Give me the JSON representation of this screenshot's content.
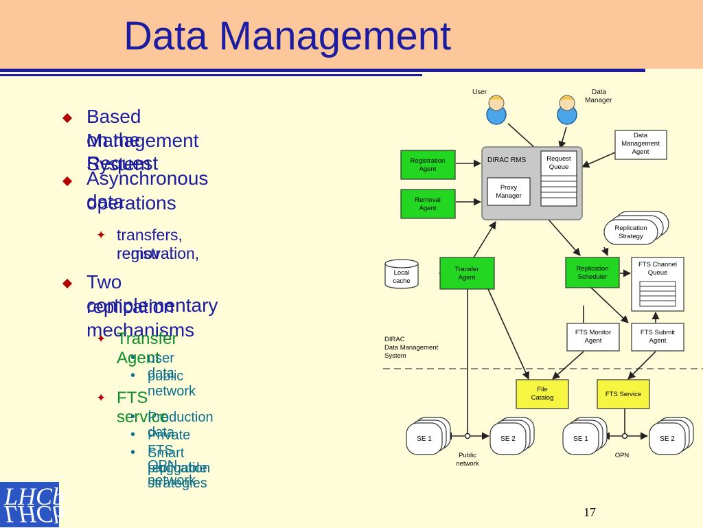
{
  "slide": {
    "title": "Data Management",
    "page_number": "17",
    "logo_text": "LHCb"
  },
  "bullets": {
    "b1": "Based on the Request",
    "b1b": "Management System",
    "b2": "Asynchronous data",
    "b2b": "operations",
    "b2_sub1": "transfers, registration,",
    "b2_sub1b": "removal",
    "b3": "Two complementary",
    "b3b": "replication mechanisms",
    "b3_sub1": "Transfer Agent",
    "b3_sub1_items": [
      "user data",
      "public network"
    ],
    "b3_sub2": "FTS service",
    "b3_sub2_items": [
      "Production data",
      "Private FTS OPN network",
      "Smart pluggable",
      "replication strategies"
    ]
  },
  "diagram": {
    "user": "User",
    "data_manager": [
      "Data",
      "Manager"
    ],
    "dm_agent": [
      "Data",
      "Management",
      "Agent"
    ],
    "registration_agent": [
      "Registration",
      "Agent"
    ],
    "removal_agent": [
      "Removal",
      "Agent"
    ],
    "dirac_rms": "DIRAC RMS",
    "request_queue": [
      "Request",
      "Queue"
    ],
    "proxy_manager": [
      "Proxy",
      "Manager"
    ],
    "replication_strategy": [
      "Replication",
      "Strategy"
    ],
    "local_cache": [
      "Local",
      "cache"
    ],
    "transfer_agent": [
      "Transfer",
      "Agent"
    ],
    "replication_scheduler": [
      "Replication",
      "Scheduler"
    ],
    "fts_channel_queue": [
      "FTS Channel",
      "Queue"
    ],
    "fts_monitor_agent": [
      "FTS Monitor",
      "Agent"
    ],
    "fts_submit_agent": [
      "FTS Submit",
      "Agent"
    ],
    "dirac_dms_label": [
      "DIRAC",
      "Data Management",
      "System"
    ],
    "file_catalog": [
      "File",
      "Catalog"
    ],
    "fts_service": "FTS Service",
    "se1": "SE 1",
    "se2": "SE 2",
    "public_network": [
      "Public",
      "network"
    ],
    "opn": "OPN"
  },
  "colors": {
    "title": "#1c1ca0",
    "header_bg": "#fcc79a",
    "slide_bg": "#fffdd9",
    "agent_green": "#22d622",
    "service_yellow": "#f5f542",
    "rms_gray": "#c8c8c8",
    "bullet_marker": "#b30000",
    "sub_green": "#0d8c2a",
    "sub_teal": "#0d6f8c"
  }
}
